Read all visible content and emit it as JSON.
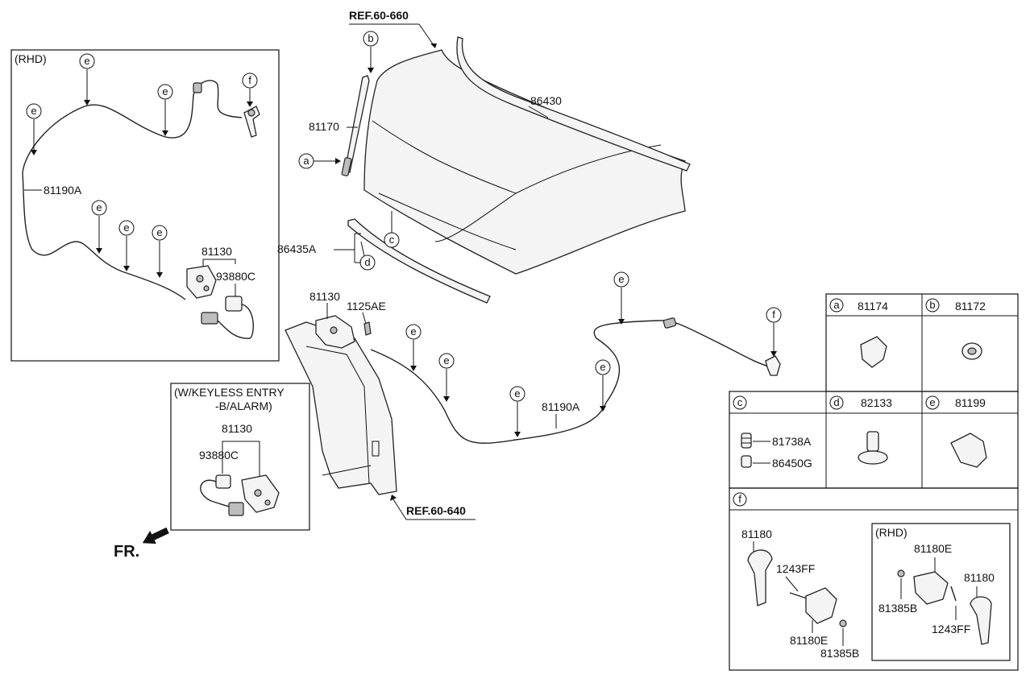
{
  "references": {
    "hood_ref": "REF.60-660",
    "panel_ref": "REF.60-640"
  },
  "front_indicator": "FR.",
  "rhd_box": {
    "title": "(RHD)",
    "cable_label": "81190A",
    "latch_label": "81130",
    "switch_label": "93880C",
    "callout_e": "e",
    "callout_f": "f"
  },
  "keyless_box": {
    "title_line1": "(W/KEYLESS ENTRY",
    "title_line2": "-B/ALARM)",
    "latch_label": "81130",
    "switch_label": "93880C"
  },
  "main": {
    "stay_rod": "81170",
    "hood_seal": "86430",
    "strip": "86435A",
    "latch": "81130",
    "bolt": "1125AE",
    "cable": "81190A",
    "callouts": {
      "a": "a",
      "b": "b",
      "c": "c",
      "d": "d",
      "e": "e",
      "f": "f"
    }
  },
  "legend": {
    "a": {
      "letter": "a",
      "part": "81174"
    },
    "b": {
      "letter": "b",
      "part": "81172"
    },
    "c": {
      "letter": "c",
      "parts": [
        "81738A",
        "86450G"
      ]
    },
    "d": {
      "letter": "d",
      "part": "82133"
    },
    "e": {
      "letter": "e",
      "part": "81199"
    },
    "f": {
      "letter": "f",
      "left": {
        "handle": "81180",
        "bolt": "1243FF",
        "bracket": "81180E",
        "nut": "81385B"
      },
      "rhd": {
        "title": "(RHD)",
        "bracket": "81180E",
        "handle": "81180",
        "nut": "81385B",
        "bolt": "1243FF"
      }
    }
  }
}
